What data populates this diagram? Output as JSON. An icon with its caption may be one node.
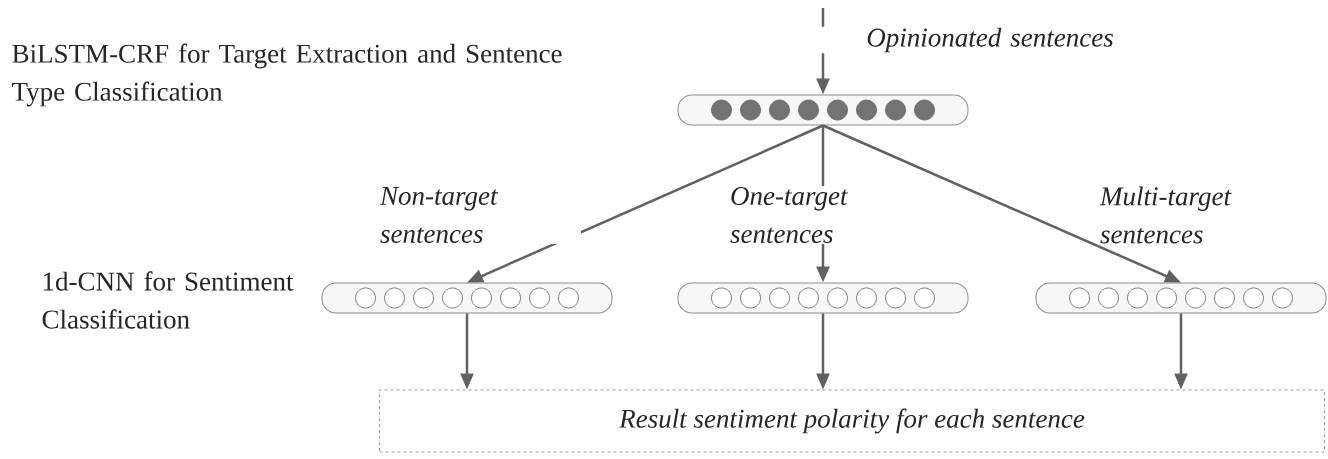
{
  "diagram": {
    "nodes": [
      {
        "text": [],
        "shape": "bar"
      },
      {
        "text": [],
        "shape": "bar"
      },
      {
        "text": [],
        "shape": "bar"
      },
      {
        "text": [],
        "shape": "bar"
      },
      {
        "text": [
          "Result sentiment polarity for each sentence"
        ]
      }
    ],
    "edges": [
      {
        "from": null,
        "to": 0,
        "arrow": "to",
        "label": "Opinionated sentences"
      },
      {
        "from": 0,
        "to": 1,
        "arrow": "to",
        "label": "Non-target sentences"
      },
      {
        "from": 0,
        "to": 2,
        "arrow": "to",
        "label": "One-target sentences"
      },
      {
        "from": 0,
        "to": 3,
        "arrow": "to",
        "label": "Multi-target sentences"
      },
      {
        "from": 1,
        "to": 4,
        "arrow": "to"
      },
      {
        "from": 2,
        "to": 4,
        "arrow": "to"
      },
      {
        "from": 3,
        "to": 4,
        "arrow": "to"
      }
    ],
    "labels": [
      "BiLSTM-CRF for Target Extraction and Sentence Type Classification",
      "1d-CNN for Sentiment Classification"
    ]
  }
}
